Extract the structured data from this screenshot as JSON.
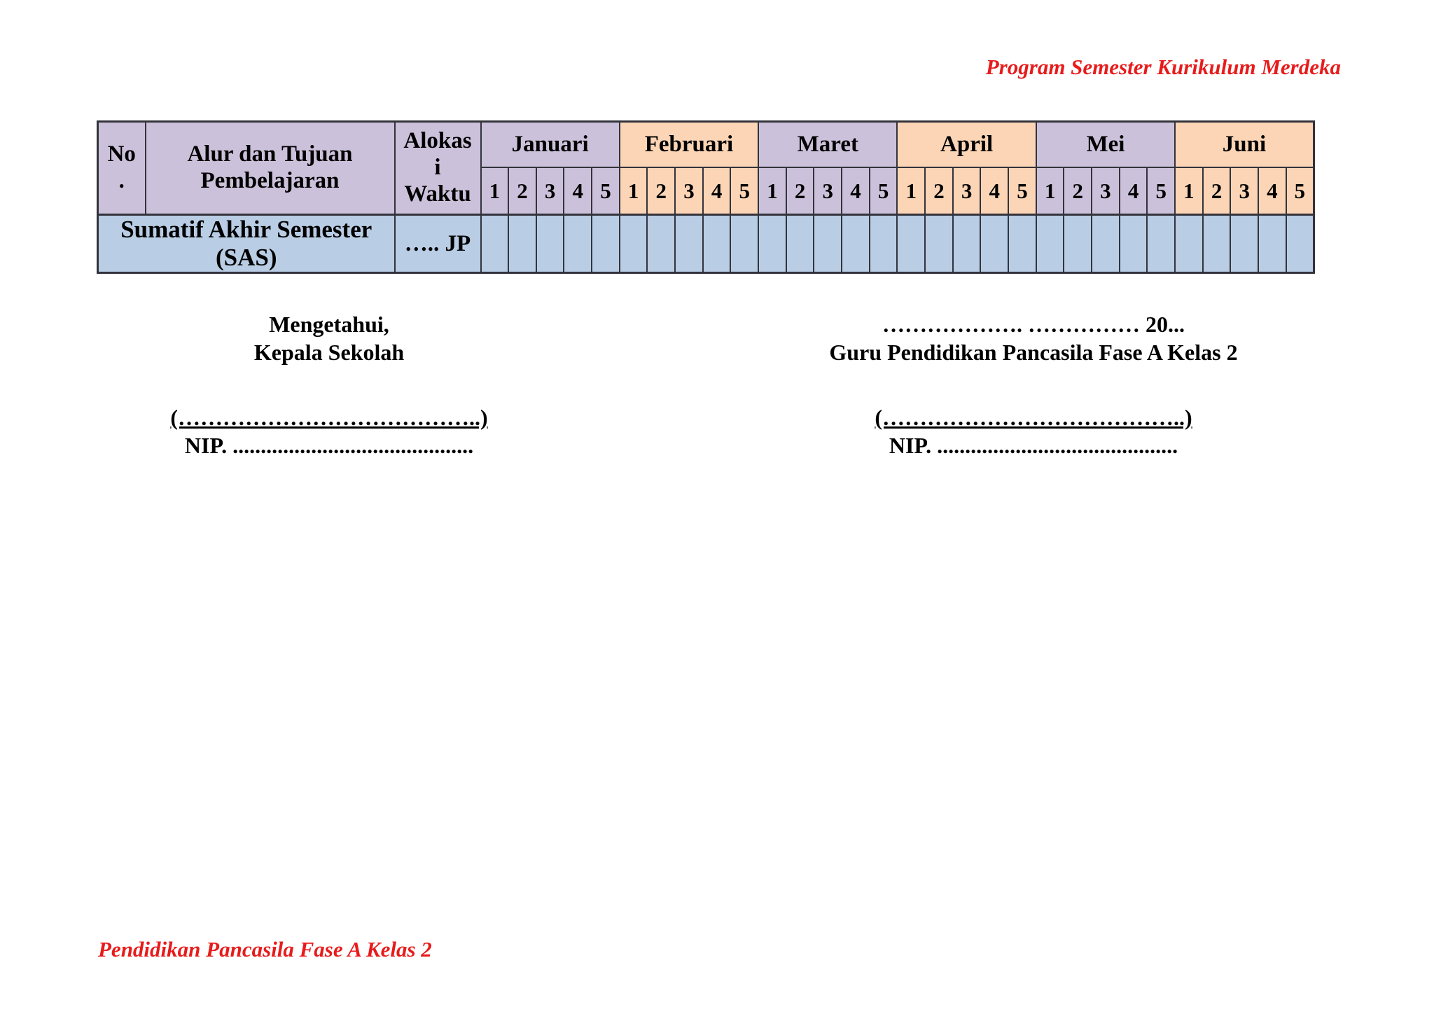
{
  "page": {
    "header_title": "Program Semester Kurikulum Merdeka",
    "footer_title": "Pendidikan Pancasila Fase A Kelas 2",
    "accent_red": "#e81b1b"
  },
  "colors": {
    "lavender": "#ccc1da",
    "peach": "#fbd5b5",
    "blue": "#b9cde5",
    "border": "#33333c"
  },
  "table": {
    "header": {
      "no_label": "No.",
      "no_lines": [
        "No",
        "."
      ],
      "alur_label": "Alur dan Tujuan Pembelajaran",
      "alokasi_label": "Alokasi Waktu",
      "alokasi_lines": [
        "Alokas",
        "i",
        "Waktu"
      ],
      "week_labels": [
        "1",
        "2",
        "3",
        "4",
        "5"
      ],
      "months": [
        {
          "name": "Januari",
          "tone": "lavender"
        },
        {
          "name": "Februari",
          "tone": "peach"
        },
        {
          "name": "Maret",
          "tone": "lavender"
        },
        {
          "name": "April",
          "tone": "peach"
        },
        {
          "name": "Mei",
          "tone": "lavender"
        },
        {
          "name": "Juni",
          "tone": "peach"
        }
      ]
    },
    "rows": [
      {
        "label": "Sumatif Akhir Semester (SAS)",
        "alokasi": "….. JP",
        "week_cell_value": ""
      }
    ]
  },
  "signatures": {
    "left": {
      "line1": "Mengetahui,",
      "line2": "Kepala Sekolah",
      "name_line": "(…………………………………..)",
      "nip_line": "NIP. ..........................................."
    },
    "right": {
      "line1": "………………. …………… 20...",
      "line2": "Guru Pendidikan Pancasila Fase A Kelas 2",
      "name_line": "(…………………………………..)",
      "nip_line": "NIP. ..........................................."
    }
  }
}
